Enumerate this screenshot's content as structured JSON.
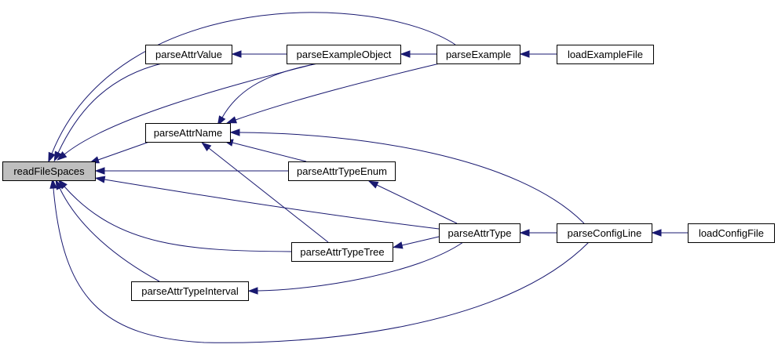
{
  "diagram": {
    "colors": {
      "edge": "#191970",
      "node_border": "#000000",
      "node_fill": "#ffffff",
      "root_fill": "#bfbfbf",
      "text": "#000000"
    },
    "nodes": [
      {
        "id": "readFileSpaces",
        "label": "readFileSpaces",
        "highlighted": true
      },
      {
        "id": "parseAttrValue",
        "label": "parseAttrValue"
      },
      {
        "id": "parseExampleObject",
        "label": "parseExampleObject"
      },
      {
        "id": "parseExample",
        "label": "parseExample"
      },
      {
        "id": "loadExampleFile",
        "label": "loadExampleFile"
      },
      {
        "id": "parseAttrName",
        "label": "parseAttrName"
      },
      {
        "id": "parseAttrTypeEnum",
        "label": "parseAttrTypeEnum"
      },
      {
        "id": "parseAttrType",
        "label": "parseAttrType"
      },
      {
        "id": "parseConfigLine",
        "label": "parseConfigLine"
      },
      {
        "id": "loadConfigFile",
        "label": "loadConfigFile"
      },
      {
        "id": "parseAttrTypeTree",
        "label": "parseAttrTypeTree"
      },
      {
        "id": "parseAttrTypeInterval",
        "label": "parseAttrTypeInterval"
      }
    ],
    "edges": [
      {
        "from": "parseAttrValue",
        "to": "readFileSpaces"
      },
      {
        "from": "parseExampleObject",
        "to": "readFileSpaces"
      },
      {
        "from": "parseExample",
        "to": "readFileSpaces"
      },
      {
        "from": "parseAttrName",
        "to": "readFileSpaces"
      },
      {
        "from": "parseAttrTypeEnum",
        "to": "readFileSpaces"
      },
      {
        "from": "parseAttrType",
        "to": "readFileSpaces"
      },
      {
        "from": "parseAttrTypeTree",
        "to": "readFileSpaces"
      },
      {
        "from": "parseAttrTypeInterval",
        "to": "readFileSpaces"
      },
      {
        "from": "parseConfigLine",
        "to": "readFileSpaces"
      },
      {
        "from": "parseExampleObject",
        "to": "parseAttrValue"
      },
      {
        "from": "parseExample",
        "to": "parseExampleObject"
      },
      {
        "from": "loadExampleFile",
        "to": "parseExample"
      },
      {
        "from": "parseExampleObject",
        "to": "parseAttrName"
      },
      {
        "from": "parseExample",
        "to": "parseAttrName"
      },
      {
        "from": "parseAttrTypeEnum",
        "to": "parseAttrName"
      },
      {
        "from": "parseAttrTypeTree",
        "to": "parseAttrName"
      },
      {
        "from": "parseConfigLine",
        "to": "parseAttrName"
      },
      {
        "from": "parseAttrType",
        "to": "parseAttrTypeEnum"
      },
      {
        "from": "parseAttrType",
        "to": "parseAttrTypeTree"
      },
      {
        "from": "parseAttrType",
        "to": "parseAttrTypeInterval"
      },
      {
        "from": "parseConfigLine",
        "to": "parseAttrType"
      },
      {
        "from": "loadConfigFile",
        "to": "parseConfigLine"
      }
    ]
  }
}
